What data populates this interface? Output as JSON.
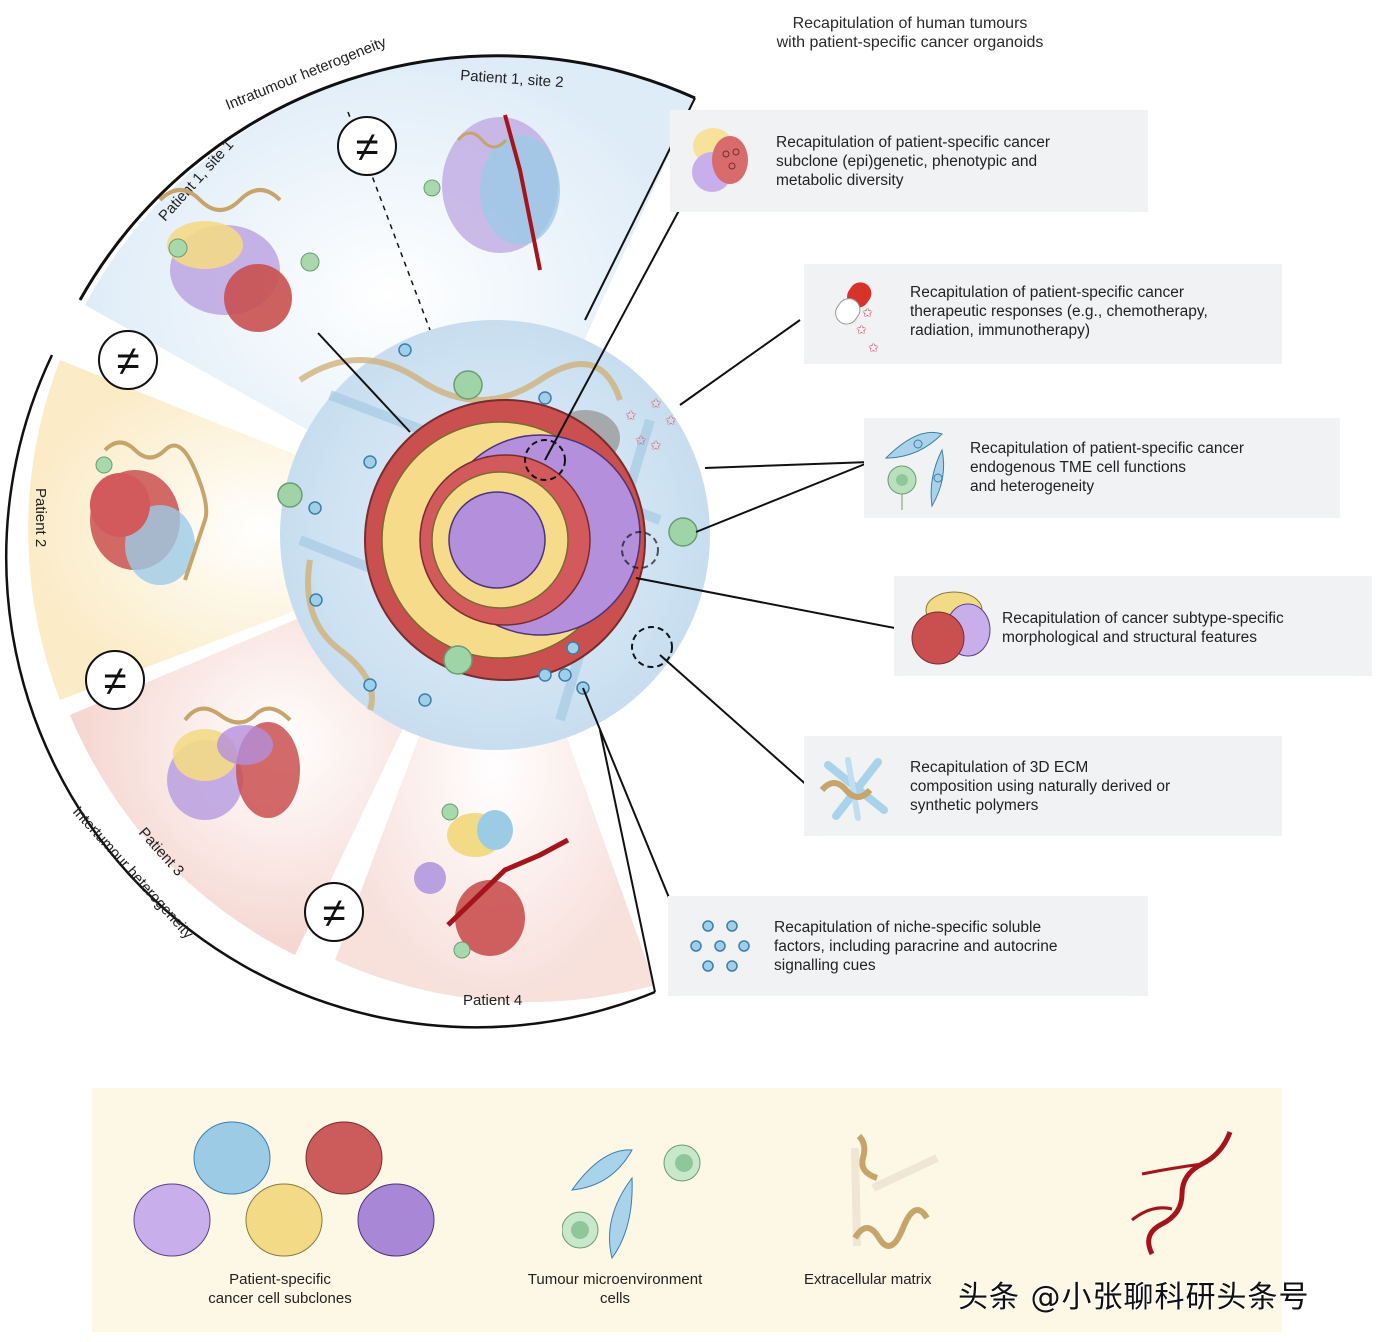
{
  "title": "Recapitulation of human tumours\nwith patient-specific cancer organoids",
  "arc_labels": {
    "intratumour": "Intratumour heterogeneity",
    "intertumour": "Intertumour heterogeneity"
  },
  "patients": {
    "p1s1": "Patient 1, site 1",
    "p1s2": "Patient 1, site 2",
    "p2": "Patient 2",
    "p3": "Patient 3",
    "p4": "Patient 4"
  },
  "not_equal_symbol": "≠",
  "callouts": [
    {
      "id": "subclone",
      "icon": "cancer-subclone-cluster-icon",
      "text": "Recapitulation of patient-specific cancer\nsubclone (epi)genetic, phenotypic and\nmetabolic diversity"
    },
    {
      "id": "therapy",
      "icon": "pill-capsule-icon",
      "text": "Recapitulation of patient-specific cancer\ntherapeutic responses (e.g., chemotherapy,\nradiation, immunotherapy)"
    },
    {
      "id": "tme",
      "icon": "tme-cells-icon",
      "text": "Recapitulation of patient-specific cancer\nendogenous TME cell functions\nand heterogeneity"
    },
    {
      "id": "morphology",
      "icon": "tumour-morphology-icon",
      "text": "Recapitulation of cancer subtype-specific\nmorphological and structural features"
    },
    {
      "id": "ecm",
      "icon": "ecm-fibres-icon",
      "text": "Recapitulation of 3D ECM\ncomposition using naturally derived or\nsynthetic polymers"
    },
    {
      "id": "soluble",
      "icon": "soluble-factors-dots-icon",
      "text": "Recapitulation of niche-specific soluble\nfactors, including paracrine and autocrine\nsignalling cues"
    }
  ],
  "legend": [
    {
      "icon": "cancer-cell-subclones-icon",
      "label": "Patient-specific\ncancer cell subclones"
    },
    {
      "icon": "tme-cells-icon",
      "label": "Tumour microenvironment\ncells"
    },
    {
      "icon": "extracellular-matrix-icon",
      "label": "Extracellular matrix"
    },
    {
      "icon": "blood-vessel-icon",
      "label": ""
    }
  ],
  "watermark": "头条 @小张聊科研头条号",
  "colors": {
    "blue_zone": "#e3eef8",
    "yellow_zone": "#fcf1d8",
    "pink_zone": "#f8e1dc",
    "tumour_red": "#c9504f",
    "tumour_yellow": "#f6dc8a",
    "tumour_purple": "#b48fdc",
    "tme_blue": "#9ccbe6",
    "tme_green": "#9fd4a6",
    "ecm_tan": "#c7a46a",
    "vessel_red": "#a5141a",
    "callout_bg": "#f1f2f4",
    "legend_bg": "#fdf7e6"
  }
}
